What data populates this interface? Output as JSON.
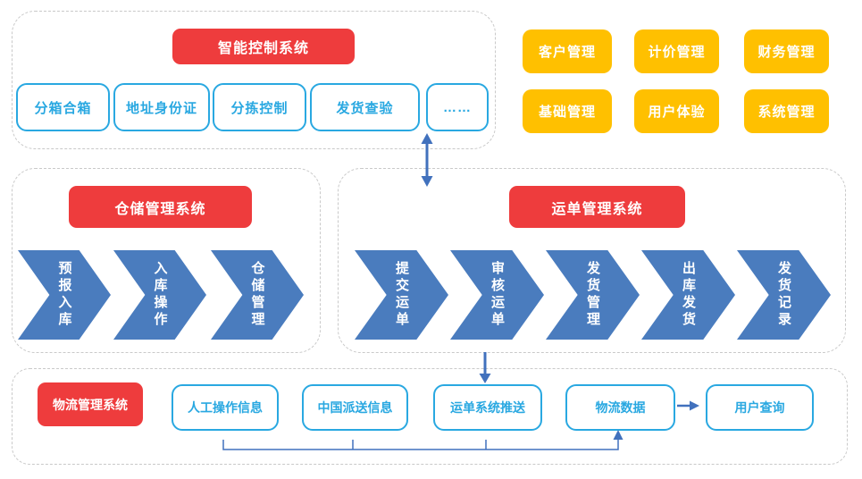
{
  "colors": {
    "header_red": "#ee3c3d",
    "module_yellow": "#ffc000",
    "chevron_blue": "#4a7cbe",
    "box_cyan": "#29a8e1",
    "connector_blue": "#4171bd"
  },
  "smart_control": {
    "title": "智能控制系统",
    "boxes": [
      "分箱合箱",
      "地址身份证",
      "分拣控制",
      "发货查验",
      "……"
    ]
  },
  "management_modules": [
    "客户管理",
    "计价管理",
    "财务管理",
    "基础管理",
    "用户体验",
    "系统管理"
  ],
  "warehouse": {
    "title": "仓储管理系统",
    "steps": [
      "预报入库",
      "入库操作",
      "仓储管理"
    ]
  },
  "waybill": {
    "title": "运单管理系统",
    "steps": [
      "提交运单",
      "审核运单",
      "发货管理",
      "出库发货",
      "发货记录"
    ]
  },
  "logistics": {
    "title": "物流管理系统",
    "nodes": [
      "人工操作信息",
      "中国派送信息",
      "运单系统推送",
      "物流数据",
      "用户查询"
    ]
  }
}
